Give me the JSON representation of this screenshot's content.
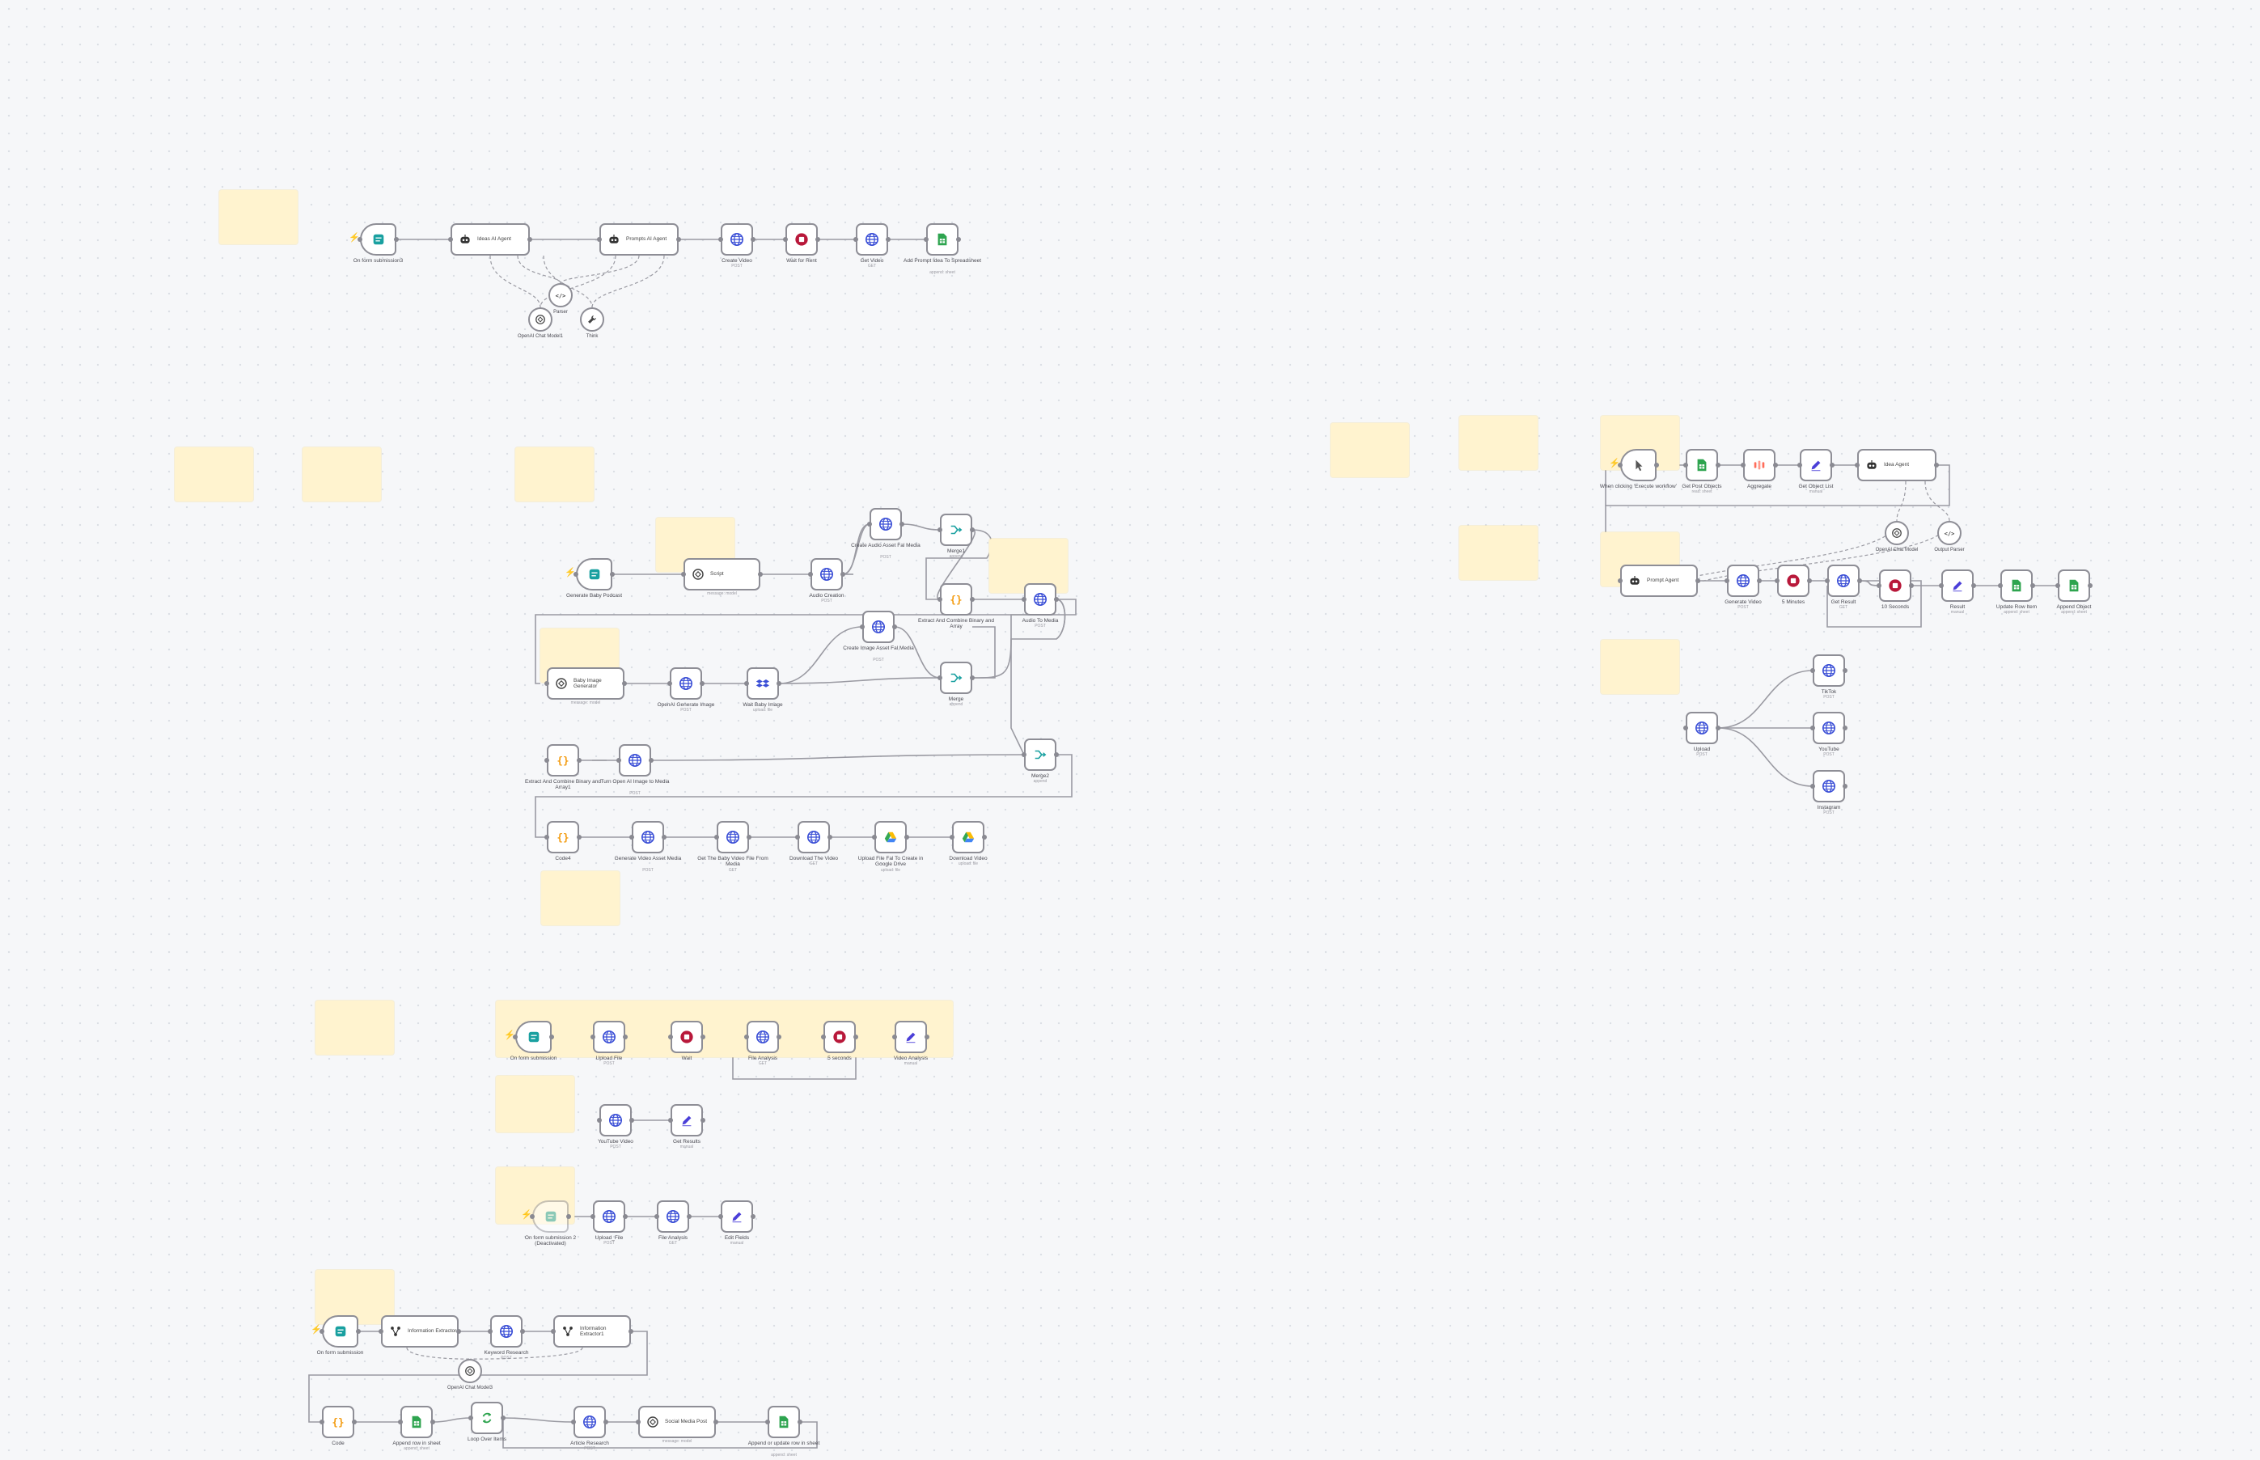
{
  "canvas": {
    "background": "#f6f7f9"
  },
  "colors": {
    "wire": "#9a9aa2",
    "node_border": "#8e8e96",
    "sticky": "#fff3cf",
    "trigger_bolt": "#ff6d5a",
    "globe": "#3b4fd6",
    "sheets": "#2ea44f",
    "stop": "#b8183a",
    "edit": "#4b3fd8",
    "merge": "#19a0a0",
    "code": "#f39c12",
    "drive": "#34a853"
  },
  "icon_names": {
    "form": "form-icon",
    "ai_agent": "robot-icon",
    "http": "globe-icon",
    "wait": "stop-icon",
    "sheets": "spreadsheet-icon",
    "parser": "code-brackets-icon",
    "openai": "openai-icon",
    "tool": "wrench-icon",
    "merge": "merge-icon",
    "code": "curly-braces-icon",
    "edit": "pencil-icon",
    "drive": "google-drive-icon",
    "extract": "extractor-icon",
    "loop": "loop-icon",
    "manual": "cursor-icon",
    "aggregate": "aggregate-icon",
    "dropbox": "dropbox-icon"
  },
  "nodes": [
    {
      "label": "On form submission3",
      "sub": ""
    },
    {
      "title": "Ideas AI Agent",
      "sub": ""
    },
    {
      "title": "Prompts AI Agent",
      "sub": ""
    },
    {
      "label": "Create Video",
      "sub": "POST"
    },
    {
      "label": "Wait for Rent",
      "sub": ""
    },
    {
      "label": "Get Video",
      "sub": "GET"
    },
    {
      "label": "Add Prompt Idea To Spreadsheet",
      "sub": "append: sheet"
    },
    {
      "label": "Generate Baby Podcast",
      "sub": ""
    },
    {
      "title": "Script",
      "sub": "message: model"
    },
    {
      "label": "Audio Creation",
      "sub": "POST"
    },
    {
      "label": "Create Audio Asset Fal Media",
      "sub": "POST"
    },
    {
      "label": "Merge1",
      "sub": "append"
    },
    {
      "label": "Extract And Combine Binary and Array",
      "sub": ""
    },
    {
      "label": "Audio To Media",
      "sub": "POST"
    },
    {
      "title": "Baby Image Generator",
      "sub": "message: model"
    },
    {
      "label": "OpenAI Generate Image",
      "sub": "POST"
    },
    {
      "label": "Wait Baby Image",
      "sub": "upload: file"
    },
    {
      "label": "Create Image Asset Fal Media",
      "sub": "POST"
    },
    {
      "label": "Merge",
      "sub": "append"
    },
    {
      "label": "Extract And Combine Binary and Array1",
      "sub": ""
    },
    {
      "label": "Turn Open AI Image to Media",
      "sub": "POST"
    },
    {
      "label": "Merge2",
      "sub": "append"
    },
    {
      "label": "Code4",
      "sub": ""
    },
    {
      "label": "Generate Video Asset Media",
      "sub": "POST"
    },
    {
      "label": "Get The Baby Video File From Media",
      "sub": "GET"
    },
    {
      "label": "Download The Video",
      "sub": "GET"
    },
    {
      "label": "Upload File Fal To Create in Google Drive",
      "sub": "upload: file"
    },
    {
      "label": "Download Video",
      "sub": "upload: file"
    },
    {
      "label": "On form submission",
      "sub": ""
    },
    {
      "label": "Upload File",
      "sub": "POST"
    },
    {
      "label": "Wait",
      "sub": ""
    },
    {
      "label": "File Analysis",
      "sub": "GET"
    },
    {
      "label": "5 seconds",
      "sub": ""
    },
    {
      "label": "Video Analysis",
      "sub": "manual"
    },
    {
      "label": "YouTube Video",
      "sub": "POST"
    },
    {
      "label": "Get Results",
      "sub": "manual"
    },
    {
      "label": "On form submission 2 (Deactivated)",
      "sub": ""
    },
    {
      "label": "Upload_File",
      "sub": "POST"
    },
    {
      "label": "File Analysis",
      "sub": "GET"
    },
    {
      "label": "Edit Fields",
      "sub": "manual"
    },
    {
      "label": "On form submission",
      "sub": ""
    },
    {
      "title": "Information Extractor",
      "sub": ""
    },
    {
      "label": "Keyword Research",
      "sub": "POST"
    },
    {
      "title": "Information Extractor1",
      "sub": ""
    },
    {
      "label": "Code",
      "sub": ""
    },
    {
      "label": "Append row in sheet",
      "sub": "append: sheet"
    },
    {
      "label": "Loop Over Items",
      "sub": ""
    },
    {
      "label": "Article Research",
      "sub": "POST"
    },
    {
      "title": "Social Media Post",
      "sub": "message: model"
    },
    {
      "label": "Append or update row in sheet",
      "sub": "append: sheet"
    },
    {
      "label": "When clicking ‘Execute workflow’",
      "sub": ""
    },
    {
      "label": "Get Post Objects",
      "sub": "read: sheet"
    },
    {
      "label": "Aggregate",
      "sub": ""
    },
    {
      "label": "Get Object List",
      "sub": "manual"
    },
    {
      "title": "Idea Agent",
      "sub": ""
    },
    {
      "title": "Prompt Agent",
      "sub": ""
    },
    {
      "label": "Generate Video",
      "sub": "POST"
    },
    {
      "label": "5 Minutes",
      "sub": ""
    },
    {
      "label": "Get Result",
      "sub": "GET"
    },
    {
      "label": "10 Seconds",
      "sub": ""
    },
    {
      "label": "Result",
      "sub": "manual"
    },
    {
      "label": "Update Row Item",
      "sub": "append: sheet"
    },
    {
      "label": "Append Object",
      "sub": "append: sheet"
    },
    {
      "label": "Upload",
      "sub": "POST"
    },
    {
      "label": "TikTok",
      "sub": "POST"
    },
    {
      "label": "YouTube",
      "sub": "POST"
    },
    {
      "label": "Instagram",
      "sub": "POST"
    }
  ],
  "subnodes": [
    {
      "label": "OpenAI Chat Model1"
    },
    {
      "label": "Parser"
    },
    {
      "label": "Think"
    },
    {
      "label": "OpenAI Chat Model3"
    },
    {
      "label": "OpenAI Chat Model"
    },
    {
      "label": "Output Parser"
    }
  ]
}
